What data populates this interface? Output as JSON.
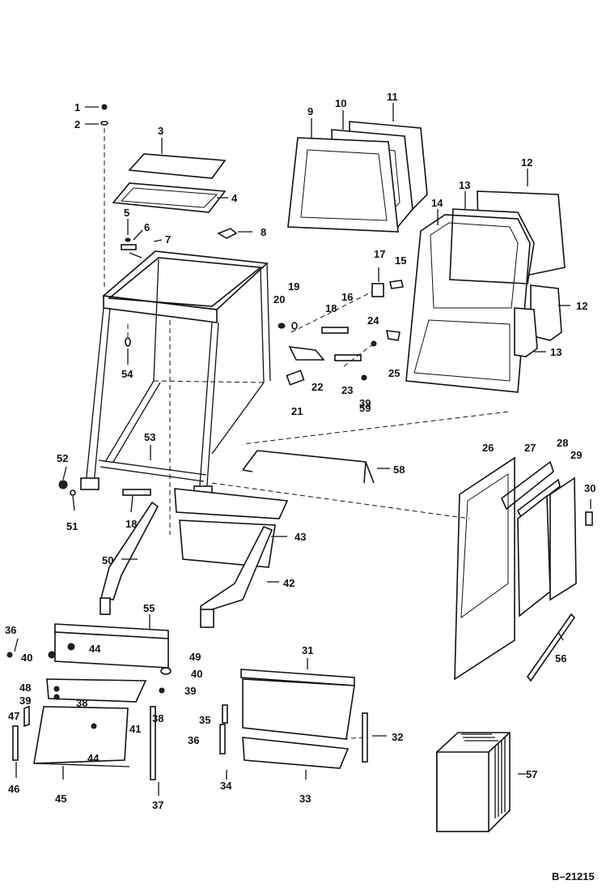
{
  "reference_code": "B–21215",
  "callouts": [
    "1",
    "2",
    "3",
    "4",
    "5",
    "6",
    "7",
    "8",
    "9",
    "10",
    "11",
    "12",
    "12",
    "13",
    "13",
    "14",
    "15",
    "16",
    "17",
    "18",
    "18",
    "19",
    "20",
    "21",
    "22",
    "23",
    "24",
    "25",
    "26",
    "27",
    "28",
    "29",
    "30",
    "31",
    "32",
    "33",
    "34",
    "35",
    "36",
    "36",
    "37",
    "38",
    "38",
    "39",
    "39",
    "39",
    "40",
    "40",
    "41",
    "42",
    "43",
    "44",
    "44",
    "45",
    "46",
    "47",
    "48",
    "49",
    "50",
    "51",
    "52",
    "53",
    "54",
    "55",
    "56",
    "57",
    "58",
    "59"
  ]
}
